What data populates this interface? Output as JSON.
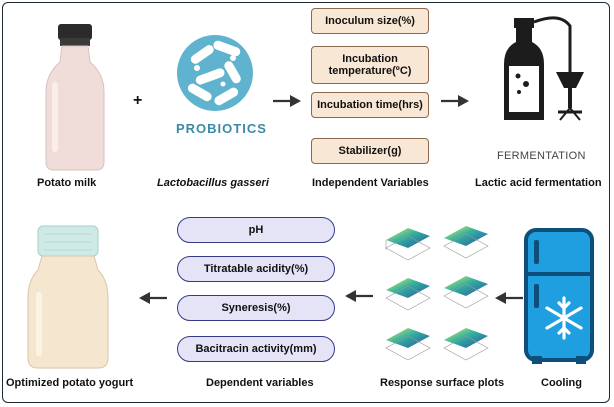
{
  "top_row": {
    "potato_milk_label": "Potato milk",
    "plus": "+",
    "lactobacillus_label": "Lactobacillus gasseri",
    "probiotics_logo_text": "PROBIOTICS",
    "independent_variables_label": "Independent Variables",
    "independent_variables": [
      "Inoculum size(%)",
      "Incubation temperature(ºC)",
      "Incubation time(hrs)",
      "Stabilizer(g)"
    ],
    "fermentation_text": "FERMENTATION",
    "fermentation_label": "Lactic acid fermentation"
  },
  "bottom_row": {
    "yogurt_label": "Optimized potato yogurt",
    "dependent_variables_label": "Dependent variables",
    "dependent_variables": [
      "pH",
      "Titratable acidity(%)",
      "Syneresis(%)",
      "Bacitracin activity(mm)"
    ],
    "surface_plots_label": "Response surface plots",
    "cooling_label": "Cooling"
  },
  "colors": {
    "independent_box_fill": "#f8e7d5",
    "independent_box_border": "#8a6a4c",
    "dependent_box_fill": "#e4e4f6",
    "dependent_box_border": "#343a88",
    "probiotics_blue": "#3a8aa8",
    "fridge_blue": "#1f9ee0"
  },
  "icons": [
    "bottle-icon",
    "probiotics-logo",
    "fermentation-flask-icon",
    "surface-plot-icon",
    "fridge-snowflake-icon",
    "yogurt-jar-icon",
    "arrow-right-icon",
    "arrow-left-icon"
  ]
}
